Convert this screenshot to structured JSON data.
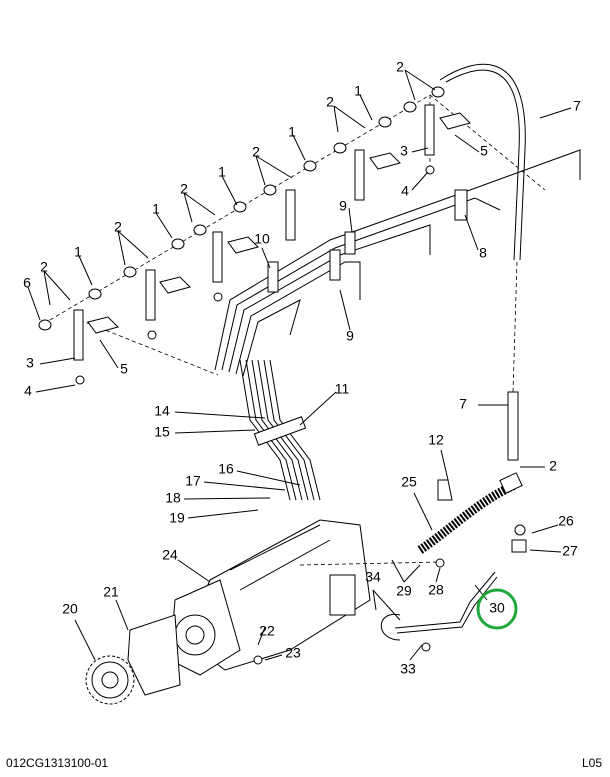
{
  "diagram": {
    "callouts": [
      "2",
      "1",
      "7",
      "2",
      "1",
      "5",
      "3",
      "2",
      "1",
      "4",
      "2",
      "1",
      "9",
      "8",
      "10",
      "2",
      "1",
      "2",
      "6",
      "9",
      "3",
      "5",
      "4",
      "11",
      "7",
      "14",
      "15",
      "12",
      "2",
      "16",
      "25",
      "17",
      "18",
      "19",
      "26",
      "24",
      "27",
      "34",
      "29",
      "28",
      "21",
      "30",
      "20",
      "22",
      "23",
      "33"
    ],
    "highlighted_callout": "30",
    "highlight_color": "#22a83a"
  },
  "footer": {
    "drawing_number": "012CG1313100-01",
    "sheet_code": "L05"
  }
}
